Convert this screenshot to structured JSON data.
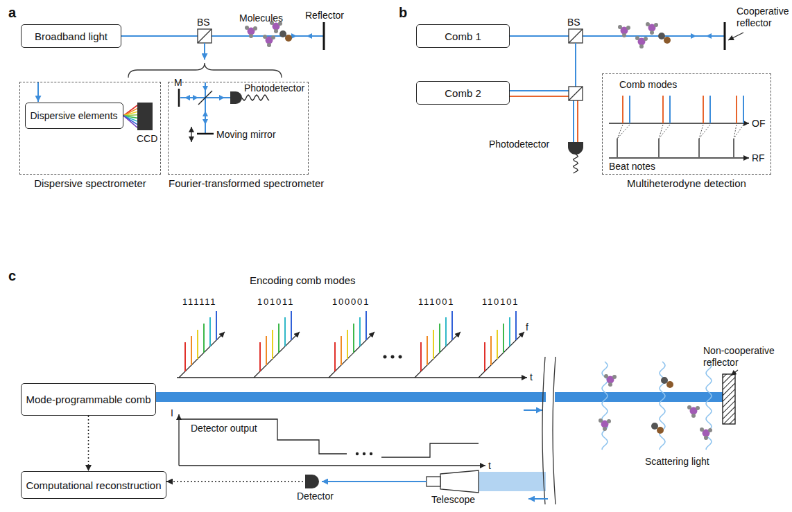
{
  "diagram": {
    "nodes": [
      {
        "text": [
          "Broadband light"
        ]
      },
      {
        "text": [
          "Dispersive spectrometer"
        ]
      },
      {
        "text": [
          "Dispersive elements"
        ],
        "in": 1
      },
      {
        "text": [
          "Fourier-transformed spectrometer"
        ]
      },
      {
        "text": [
          "Comb 1"
        ]
      },
      {
        "text": [
          "Comb 2"
        ]
      },
      {
        "text": [
          "Multiheterodyne detection"
        ]
      },
      {
        "text": [
          "Mode-programmable comb"
        ]
      },
      {
        "text": [
          "Computational reconstruction"
        ]
      }
    ],
    "edges": [
      {
        "from": 7,
        "to": 8,
        "arrow": "to"
      }
    ],
    "labels": [
      "a",
      "BS",
      "Molecules",
      "Reflector",
      "CCD",
      "M",
      "Photodetector",
      "Moving mirror",
      "b",
      "BS",
      "Cooperative reflector",
      "Photodetector",
      "Comb modes",
      "OF",
      "Beat notes",
      "RF",
      "c",
      "Encoding comb modes",
      "111111",
      "101011",
      "100001",
      "111001",
      "110101",
      "t",
      "f",
      "I",
      "Detector output",
      "t",
      "Non-cooperative reflector",
      "Scattering light",
      "Telescope",
      "Detector"
    ]
  }
}
